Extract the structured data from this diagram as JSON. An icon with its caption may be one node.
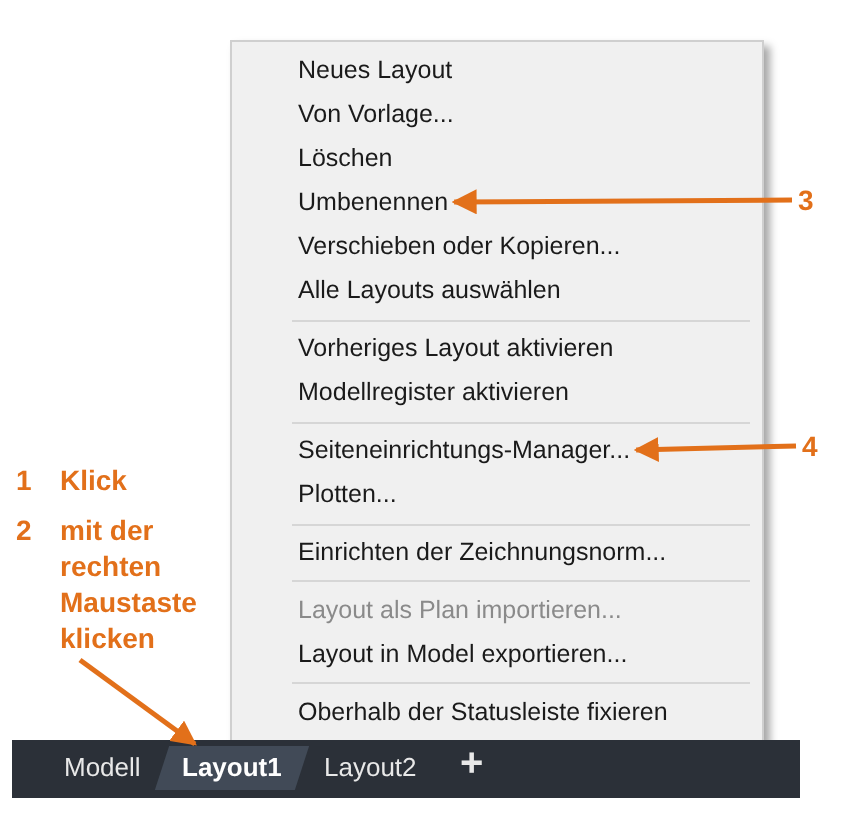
{
  "diagram": {
    "nodes": [
      {
        "text": [],
        "shape": "box"
      },
      {
        "text": [
          "Neues Layout"
        ],
        "in": 0
      },
      {
        "text": [
          "Von Vorlage..."
        ],
        "in": 0
      },
      {
        "text": [
          "Löschen"
        ],
        "in": 0
      },
      {
        "text": [
          "Umbenennen"
        ],
        "in": 0
      },
      {
        "text": [
          "Verschieben oder Kopieren..."
        ],
        "in": 0
      },
      {
        "text": [
          "Alle Layouts auswählen"
        ],
        "in": 0
      },
      {
        "text": [
          "Vorheriges Layout aktivieren"
        ],
        "in": 0
      },
      {
        "text": [
          "Modellregister aktivieren"
        ],
        "in": 0
      },
      {
        "text": [
          "Seiteneinrichtungs-Manager..."
        ],
        "in": 0
      },
      {
        "text": [
          "Plotten..."
        ],
        "in": 0
      },
      {
        "text": [
          "Einrichten der Zeichnungsnorm..."
        ],
        "in": 0
      },
      {
        "text": [
          "Layout als Plan importieren..."
        ],
        "in": 0
      },
      {
        "text": [
          "Layout in Model exportieren..."
        ],
        "in": 0
      },
      {
        "text": [
          "Oberhalb der Statusleiste fixieren"
        ],
        "in": 0
      },
      {
        "text": [
          "3"
        ]
      },
      {
        "text": [
          "4"
        ]
      },
      {
        "text": [
          "1",
          "Klick"
        ]
      },
      {
        "text": [
          "2",
          "mit der rechten Maustaste klicken"
        ]
      },
      {
        "text": [],
        "shape": "bar"
      },
      {
        "text": [
          "Modell"
        ],
        "in": 19
      },
      {
        "text": [
          "Layout1"
        ],
        "in": 19
      },
      {
        "text": [
          "Layout2"
        ],
        "in": 19
      },
      {
        "text": [
          "+"
        ],
        "in": 19
      }
    ],
    "edges": [
      {
        "from": 15,
        "to": 4,
        "arrow": "to"
      },
      {
        "from": 16,
        "to": 9,
        "arrow": "to"
      },
      {
        "from": 18,
        "to": 21,
        "arrow": "to"
      }
    ]
  }
}
